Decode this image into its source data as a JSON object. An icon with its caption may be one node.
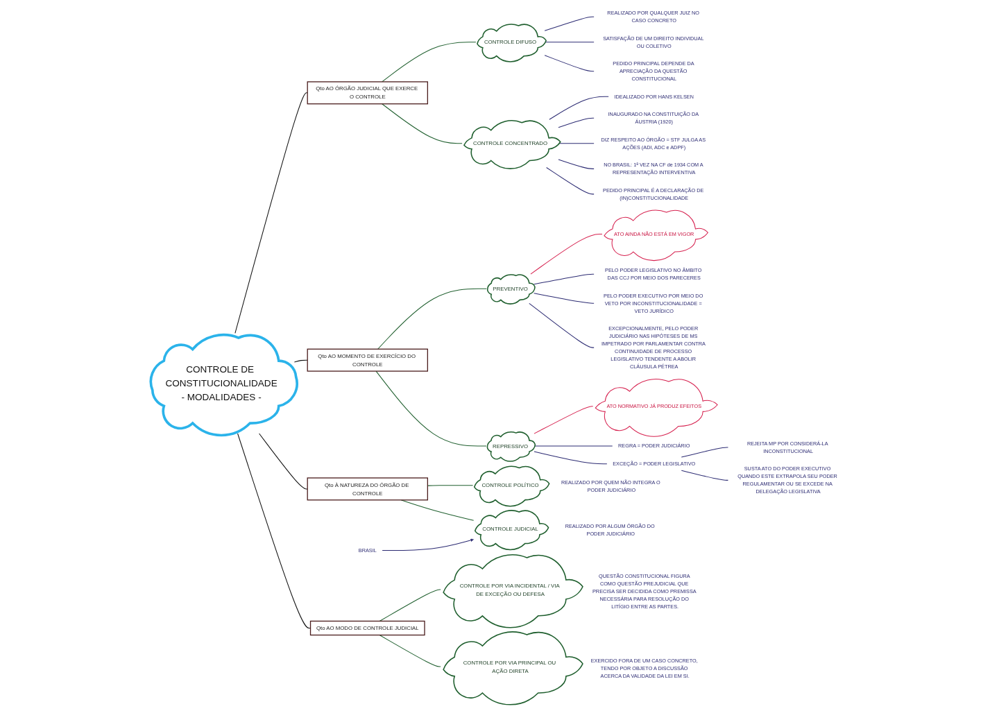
{
  "diagram": {
    "nodes": [
      {
        "text": [
          "CONTROLE DE CONSTITUCIONALIDADE",
          "- MODALIDADES -"
        ]
      },
      {
        "text": [
          "Qto À NATUREZA DO ÓRGÃO DE CONTROLE"
        ]
      },
      {
        "text": [
          "CONTROLE POLÍTICO"
        ],
        "beside": [
          "REALIZADO POR QUEM NÃO INTEGRA O PODER JUDICIÁRIO"
        ]
      },
      {
        "text": [
          "CONTROLE JUDICIAL"
        ],
        "beside": [
          "REALIZADO POR ALGUM ÓRGÃO DO PODER JUDICIÁRIO"
        ]
      },
      {
        "text": [
          "BRASIL"
        ]
      },
      {
        "text": [
          "Qto AO ÓRGÃO JUDICIAL QUE EXERCE O CONTROLE"
        ]
      },
      {
        "text": [
          "CONTROLE DIFUSO"
        ]
      },
      {
        "text": [
          "REALIZADO POR QUALQUER JUIZ NO CASO CONCRETO"
        ]
      },
      {
        "text": [
          "SATISFAÇÃO DE UM DIREITO INDIVIDUAL OU COLETIVO"
        ]
      },
      {
        "text": [
          "PEDIDO PRINCIPAL DEPENDE DA APRECIAÇÃO DA QUESTÃO CONSTITUCIONAL"
        ]
      },
      {
        "text": [
          "CONTROLE CONCENTRADO"
        ]
      },
      {
        "text": [
          "IDEALIZADO POR HANS KELSEN"
        ]
      },
      {
        "text": [
          "INAUGURADO NA CONSTITUIÇÃO DA ÁUSTRIA (1920)"
        ]
      },
      {
        "text": [
          "DIZ RESPEITO AO ÓRGÃO = STF JULGA AS AÇÕES (ADI, ADC e ADPF)"
        ]
      },
      {
        "text": [
          "NO BRASIL: 1ª VEZ NA CF de 1934 COM A REPRESENTAÇÃO INTERVENTIVA"
        ]
      },
      {
        "text": [
          "PEDIDO PRINCIPAL É A DECLARAÇÃO DE (IN)CONSTITUCIONALIDADE"
        ]
      },
      {
        "text": [
          "Qto AO MOMENTO DE EXERCÍCIO DO CONTROLE"
        ]
      },
      {
        "text": [
          "ATO AINDA NÃO ESTÁ EM VIGOR"
        ]
      },
      {
        "text": [
          "PREVENTIVO"
        ]
      },
      {
        "text": [
          "PELO PODER LEGISLATIVO NO ÂMBITO DAS CCJ POR MEIO DOS PARECERES"
        ]
      },
      {
        "text": [
          "PELO PODER EXECUTIVO POR MEIO DO VETO POR INCONSTITUCIONALIDADE = VETO JURÍDICO"
        ]
      },
      {
        "text": [
          "EXCEPCIONALMENTE, PELO PODER JUDICIÁRIO NAS HIPÓTESES DE MS IMPETRADO POR PARLAMENTAR CONTRA CONTINUIDADE DE PROCESSO LEGISLATIVO TENDENTE A ABOLIR CLÁUSULA PÉTREA"
        ]
      },
      {
        "text": [
          "REPRESSIVO"
        ]
      },
      {
        "text": [
          "ATO NORMATIVO JÁ PRODUZ EFEITOS"
        ]
      },
      {
        "text": [
          "REGRA = PODER JUDICIÁRIO"
        ]
      },
      {
        "text": [
          "EXCEÇÃO = PODER LEGISLATIVO"
        ]
      },
      {
        "text": [
          "REJEITA MP POR CONSIDERÁ-LA INCONSTITUCIONAL"
        ]
      },
      {
        "text": [
          "SUSTA ATO DO PODER EXECUTIVO QUANDO ESTE EXTRAPOLA SEU PODER REGULAMENTAR OU SE EXCEDE NA DELEGAÇÃO LEGISLATIVA"
        ]
      },
      {
        "text": [
          "Qto AO MODO DE CONTROLE JUDICIAL"
        ]
      },
      {
        "text": [
          "CONTROLE POR VIA INCIDENTAL / VIA DE EXCEÇÃO OU DEFESA"
        ],
        "beside": [
          "QUESTÃO CONSTITUCIONAL FIGURA COMO QUESTÃO PREJUDICIAL QUE PRECISA SER DECIDIDA COMO PREMISSA NECESSÁRIA PARA RESOLUÇÃO DO LITÍGIO ENTRE AS PARTES."
        ]
      },
      {
        "text": [
          "CONTROLE POR VIA PRINCIPAL OU AÇÃO DIRETA"
        ],
        "beside": [
          "EXERCIDO FORA DE UM CASO CONCRETO, TENDO POR OBJETO A DISCUSSÃO ACERCA DA VALIDADE DA LEI EM SI."
        ]
      }
    ],
    "edges": [
      {
        "from": 0,
        "to": 1,
        "arrow": "none",
        "color": "#111111"
      },
      {
        "from": 0,
        "to": 5,
        "arrow": "none",
        "color": "#111111"
      },
      {
        "from": 0,
        "to": 16,
        "arrow": "none",
        "color": "#111111"
      },
      {
        "from": 0,
        "to": 28,
        "arrow": "none",
        "color": "#111111"
      },
      {
        "from": 1,
        "to": 2,
        "arrow": "none",
        "color": "#1f5f2e"
      },
      {
        "from": 1,
        "to": 3,
        "arrow": "none",
        "color": "#1f5f2e"
      },
      {
        "from": 4,
        "to": 3,
        "arrow": "to"
      },
      {
        "from": 5,
        "to": 6,
        "arrow": "none",
        "color": "#1f5f2e"
      },
      {
        "from": 6,
        "to": 7,
        "arrow": "none"
      },
      {
        "from": 6,
        "to": 8,
        "arrow": "none"
      },
      {
        "from": 6,
        "to": 9,
        "arrow": "none"
      },
      {
        "from": 5,
        "to": 10,
        "arrow": "none",
        "color": "#1f5f2e"
      },
      {
        "from": 10,
        "to": 11,
        "arrow": "none"
      },
      {
        "from": 10,
        "to": 12,
        "arrow": "none"
      },
      {
        "from": 10,
        "to": 13,
        "arrow": "none"
      },
      {
        "from": 10,
        "to": 14,
        "arrow": "none"
      },
      {
        "from": 10,
        "to": 15,
        "arrow": "none"
      },
      {
        "from": 16,
        "to": 18,
        "arrow": "none",
        "color": "#1f5f2e"
      },
      {
        "from": 18,
        "to": 17,
        "arrow": "none",
        "color": "#d6204e"
      },
      {
        "from": 18,
        "to": 19,
        "arrow": "none"
      },
      {
        "from": 18,
        "to": 20,
        "arrow": "none"
      },
      {
        "from": 18,
        "to": 21,
        "arrow": "none"
      },
      {
        "from": 16,
        "to": 22,
        "arrow": "none",
        "color": "#1f5f2e"
      },
      {
        "from": 22,
        "to": 23,
        "arrow": "none",
        "color": "#d6204e"
      },
      {
        "from": 22,
        "to": 24,
        "arrow": "none"
      },
      {
        "from": 22,
        "to": 25,
        "arrow": "none"
      },
      {
        "from": 25,
        "to": 26,
        "arrow": "none"
      },
      {
        "from": 25,
        "to": 27,
        "arrow": "none"
      },
      {
        "from": 28,
        "to": 29,
        "arrow": "none",
        "color": "#1f5f2e"
      },
      {
        "from": 28,
        "to": 30,
        "arrow": "none",
        "color": "#1f5f2e"
      }
    ]
  }
}
